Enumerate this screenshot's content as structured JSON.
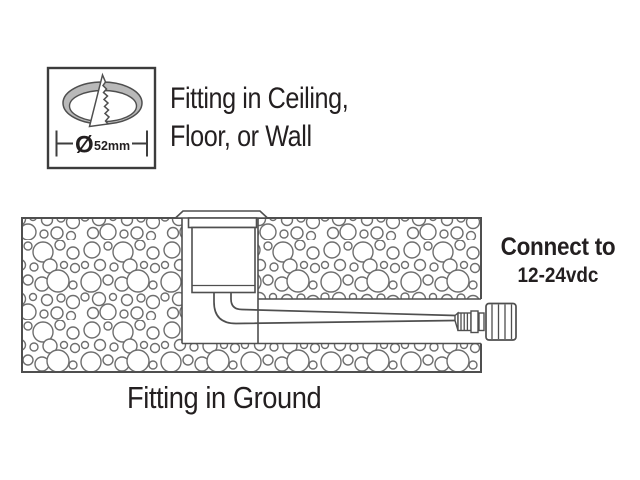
{
  "page": {
    "type": "installation-diagram"
  },
  "ceiling_fitting": {
    "caption_line1": "Fitting in Ceiling,",
    "caption_line2": "Floor, or Wall",
    "dimension_symbol": "Ø",
    "dimension_value": "52mm"
  },
  "ground_fitting": {
    "caption": "Fitting in Ground",
    "connect_line1": "Connect to",
    "connect_line2": "12-24vdc"
  },
  "colors": {
    "line": "#4f4f4f",
    "gravel_line": "#6e6e6e",
    "text": "#231f20",
    "rim_shade": "#b9b9b9",
    "background": "#ffffff"
  }
}
